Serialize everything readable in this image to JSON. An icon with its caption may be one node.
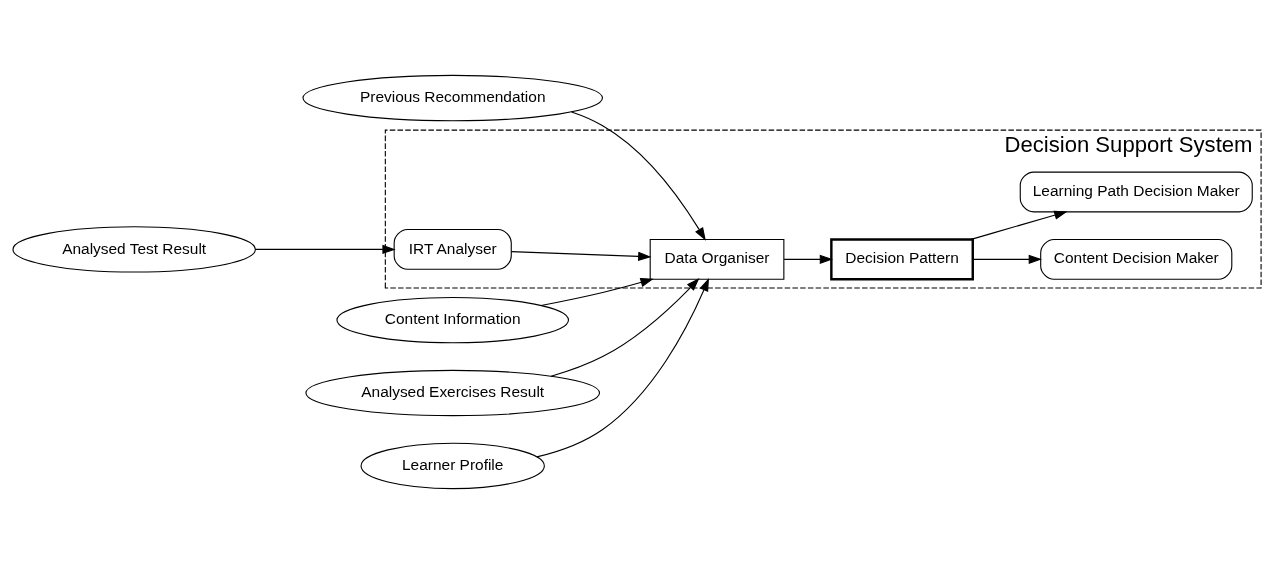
{
  "diagram": {
    "nodes": [
      {
        "text": [
          "Previous Recommendation"
        ]
      },
      {
        "text": [
          "Content Information"
        ]
      },
      {
        "text": [
          "Analysed Exercises Result"
        ]
      },
      {
        "text": [
          "Analysed Test Result"
        ]
      },
      {
        "text": [
          "Decision Support System"
        ]
      },
      {
        "text": [
          "IRT Analyser"
        ],
        "in": 4
      },
      {
        "text": [
          "Learner Profile"
        ]
      },
      {
        "text": [
          "Data Organiser"
        ],
        "in": 4
      },
      {
        "text": [
          "Decision Pattern"
        ],
        "in": 4
      },
      {
        "text": [
          "Content Decision Maker"
        ],
        "in": 4
      },
      {
        "text": [
          "Learning Path Decision Maker"
        ],
        "in": 4
      }
    ],
    "edges": [
      {
        "from": 0,
        "to": 7,
        "arrow": "to"
      },
      {
        "from": 1,
        "to": 7,
        "arrow": "to"
      },
      {
        "from": 2,
        "to": 7,
        "arrow": "to"
      },
      {
        "from": 3,
        "to": 5,
        "arrow": "to"
      },
      {
        "from": 5,
        "to": 7,
        "arrow": "to"
      },
      {
        "from": 6,
        "to": 7,
        "arrow": "to"
      },
      {
        "from": 7,
        "to": 8,
        "arrow": "to"
      },
      {
        "from": 8,
        "to": 9,
        "arrow": "to"
      },
      {
        "from": 8,
        "to": 10,
        "arrow": "to"
      }
    ]
  }
}
